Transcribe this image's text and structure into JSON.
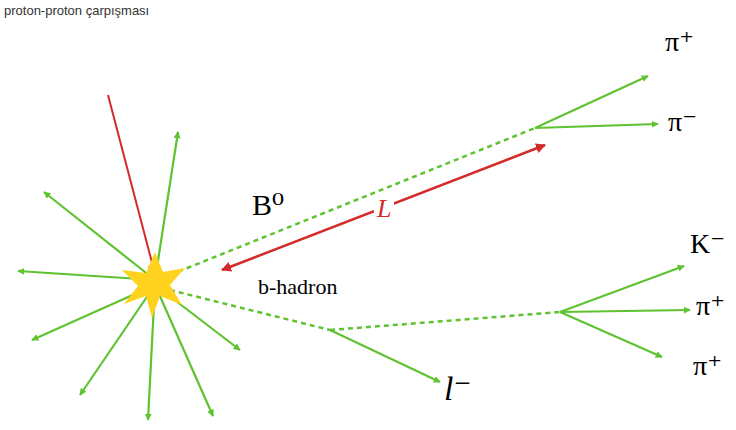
{
  "diagram": {
    "title": "proton-proton çarpışması",
    "labels": [
      "B⁰",
      "L",
      "b-hadron",
      "π⁺",
      "π⁻",
      "K⁻",
      "π⁺",
      "π⁺",
      "l⁻"
    ]
  }
}
